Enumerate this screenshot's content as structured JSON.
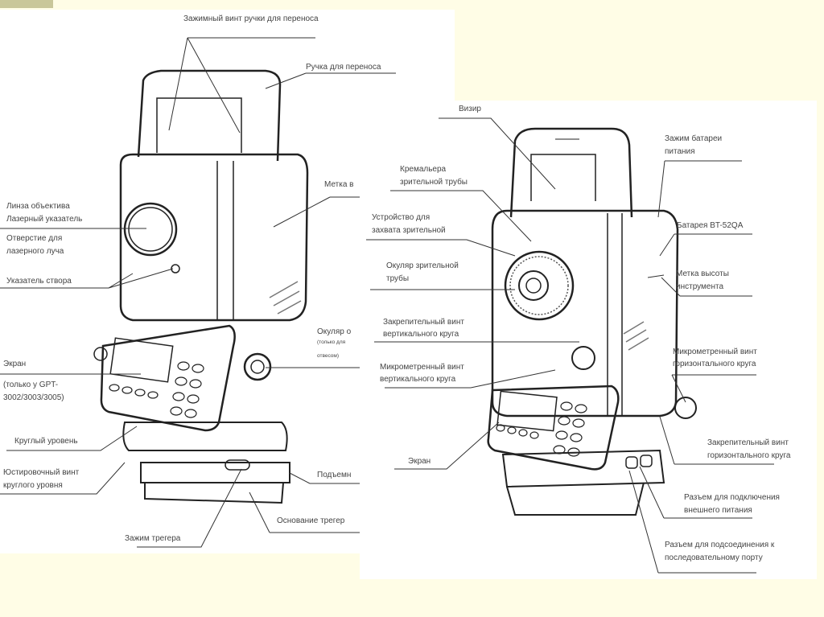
{
  "left_figure": {
    "labels": {
      "handle_clamp_screw": "Зажимный винт ручки для переноса",
      "carrying_handle": "Ручка для переноса",
      "mark": "Метка в",
      "objective_lens_1": "Линза объектива",
      "objective_lens_2": "Лазерный указатель",
      "laser_aperture_1": "Отверстие для",
      "laser_aperture_2": "лазерного луча",
      "alignment_pointer": "Указатель створа",
      "eyepiece_1": "Окуляр о",
      "eyepiece_2": "(только для",
      "eyepiece_3": "отвесом)",
      "screen": "Экран",
      "screen_note_1": "(только у GPT-",
      "screen_note_2": "3002/3003/3005)",
      "circular_level": "Круглый уровень",
      "adjust_screw_1": "Юстировочный винт",
      "adjust_screw_2": "круглого уровня",
      "leveling_screw": "Подъемн",
      "tribrach_base": "Основание трегер",
      "tribrach_clamp": "Зажим трегера"
    }
  },
  "right_figure": {
    "labels": {
      "sight": "Визир",
      "focusing_1": "Кремальера",
      "focusing_2": "зрительной трубы",
      "grip_1": "Устройство для",
      "grip_2": "захвата зрительной",
      "eyepiece_1": "Окуляр зрительной",
      "eyepiece_2": "трубы",
      "v_clamp_1": "Закрепительный винт",
      "v_clamp_2": "вертикального круга",
      "v_tangent_1": "Микрометренный винт",
      "v_tangent_2": "вертикального круга",
      "screen": "Экран",
      "battery_lock_1": "Зажим батареи",
      "battery_lock_2": "питания",
      "battery": "Батарея BT-52QA",
      "height_mark_1": "Метка высоты",
      "height_mark_2": "инструмента",
      "h_tangent_1": "Микрометренный винт",
      "h_tangent_2": "горизонтального круга",
      "h_clamp_1": "Закрепительный винт",
      "h_clamp_2": "горизонтального круга",
      "power_conn_1": "Разъем для подключения",
      "power_conn_2": "внешнего питания",
      "serial_conn_1": "Разъем для подсоединения к",
      "serial_conn_2": "последовательному порту"
    }
  }
}
